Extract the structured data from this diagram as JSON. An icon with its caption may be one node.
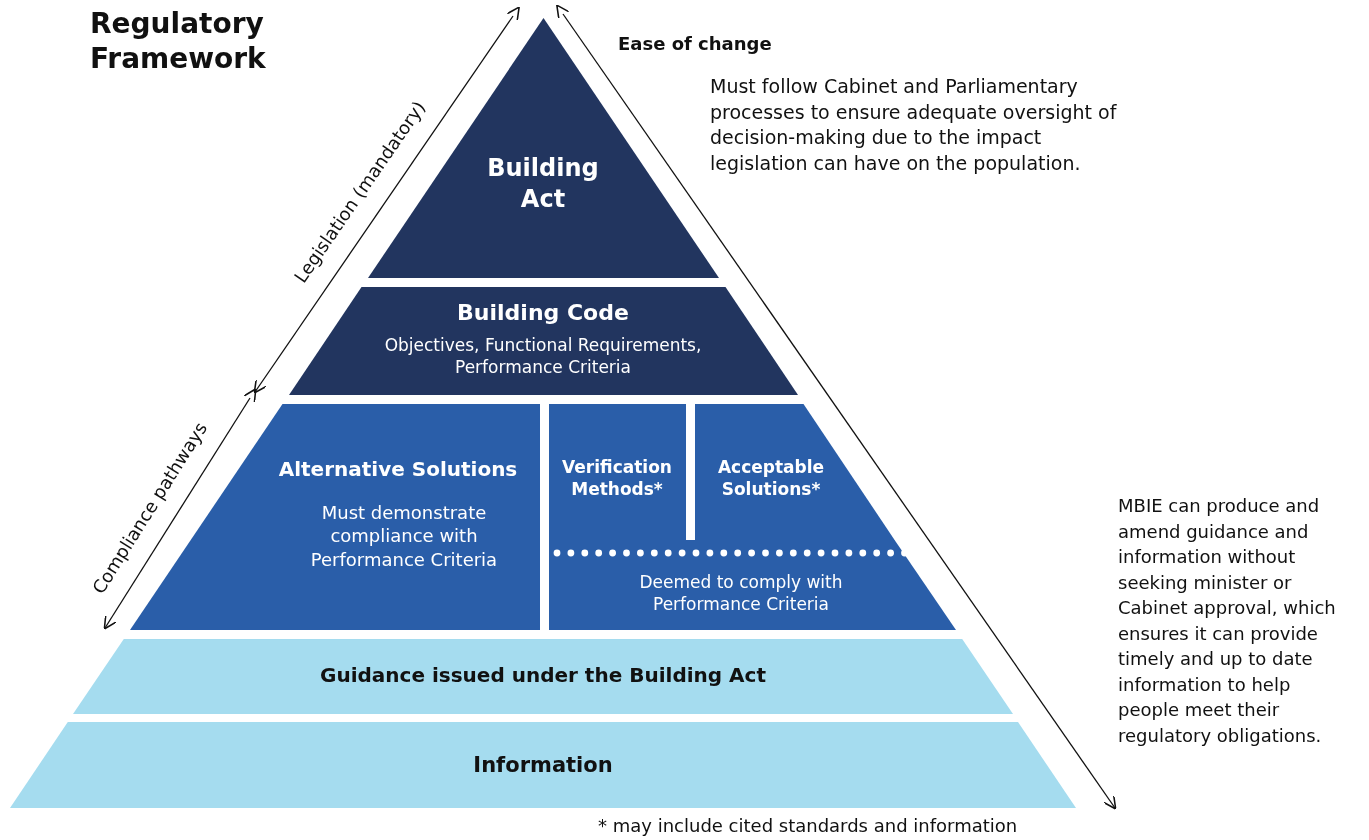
{
  "diagram": {
    "title": "Regulatory Framework",
    "nodes": [
      {
        "text": [
          "Building Act"
        ]
      },
      {
        "text": [
          "Building Code",
          "Objectives, Functional Requirements, Performance Criteria"
        ]
      },
      {
        "text": [
          "Alternative Solutions",
          "Must demonstrate compliance with Performance Criteria"
        ]
      },
      {
        "text": [
          "Verification Methods*"
        ]
      },
      {
        "text": [
          "Acceptable Solutions*"
        ]
      },
      {
        "text": [
          "Deemed to comply with Performance Criteria"
        ]
      },
      {
        "text": [
          "Guidance issued under the Building Act"
        ]
      },
      {
        "text": [
          "Information"
        ]
      }
    ],
    "labels": [
      "Legislation (mandatory)",
      "Compliance pathways",
      "Ease of change",
      "Must follow Cabinet and Parliamentary processes to ensure adequate oversight of decision-making due to the impact legislation can have on the population.",
      "MBIE can produce and amend guidance and information without seeking minister or Cabinet approval, which ensures it can provide timely and up to date information to help people meet their regulatory obligations.",
      "* may include cited standards and information"
    ]
  }
}
